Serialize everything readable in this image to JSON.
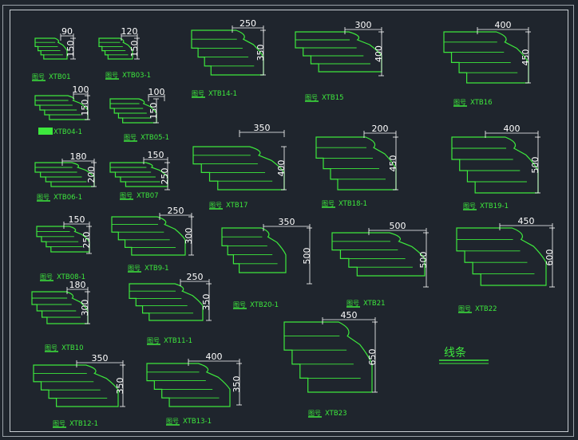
{
  "colors": {
    "background": "#1f252d",
    "profile": "#3de83d",
    "dimension": "#ffffff",
    "frame": "#c9ced3"
  },
  "sheet_title": "线条",
  "profiles": [
    {
      "id": "xtb01",
      "code": "XTB01",
      "prefix": "图号",
      "width": "90",
      "height": "150"
    },
    {
      "id": "xtb03-1",
      "code": "XTB03-1",
      "prefix": "图号",
      "width": "120",
      "height": "150"
    },
    {
      "id": "xtb14-1",
      "code": "XTB14-1",
      "prefix": "图号",
      "width": "250",
      "height": "350"
    },
    {
      "id": "xtb15",
      "code": "XTB15",
      "prefix": "图号",
      "width": "300",
      "height": "400"
    },
    {
      "id": "xtb16",
      "code": "XTB16",
      "prefix": "图号",
      "width": "400",
      "height": "450"
    },
    {
      "id": "xtb04-1",
      "code": "XTB04-1",
      "prefix": "",
      "width": "100",
      "height": "150"
    },
    {
      "id": "xtb05-1",
      "code": "XTB05-1",
      "prefix": "图号",
      "width": "100",
      "height": "150"
    },
    {
      "id": "xtb17",
      "code": "XTB17",
      "prefix": "图号",
      "width": "350",
      "height": "400"
    },
    {
      "id": "xtb18-1",
      "code": "XTB18-1",
      "prefix": "图号",
      "width": "200",
      "height": "450"
    },
    {
      "id": "xtb19-1",
      "code": "XTB19-1",
      "prefix": "图号",
      "width": "400",
      "height": "500"
    },
    {
      "id": "xtb06-1",
      "code": "XTB06-1",
      "prefix": "图号",
      "width": "180",
      "height": "200"
    },
    {
      "id": "xtb07",
      "code": "XTB07",
      "prefix": "图号",
      "width": "150",
      "height": "250"
    },
    {
      "id": "xtb08-1",
      "code": "XTB08-1",
      "prefix": "图号",
      "width": "150",
      "height": "250"
    },
    {
      "id": "xtb09-1",
      "code": "XTB9-1",
      "prefix": "图号",
      "width": "250",
      "height": "300"
    },
    {
      "id": "xtb20-1",
      "code": "XTB20-1",
      "prefix": "图号",
      "width": "350",
      "height": "500"
    },
    {
      "id": "xtb21",
      "code": "XTB21",
      "prefix": "图号",
      "width": "500",
      "height": "500"
    },
    {
      "id": "xtb22",
      "code": "XTB22",
      "prefix": "图号",
      "width": "450",
      "height": "600"
    },
    {
      "id": "xtb10",
      "code": "XTB10",
      "prefix": "图号",
      "width": "180",
      "height": "300"
    },
    {
      "id": "xtb11-1",
      "code": "XTB11-1",
      "prefix": "图号",
      "width": "250",
      "height": "350"
    },
    {
      "id": "xtb23",
      "code": "XTB23",
      "prefix": "图号",
      "width": "450",
      "height": "650"
    },
    {
      "id": "xtb12-1",
      "code": "XTB12-1",
      "prefix": "图号",
      "width": "350",
      "height": "350"
    },
    {
      "id": "xtb13-1",
      "code": "XTB13-1",
      "prefix": "图号",
      "width": "400",
      "height": "350"
    }
  ]
}
